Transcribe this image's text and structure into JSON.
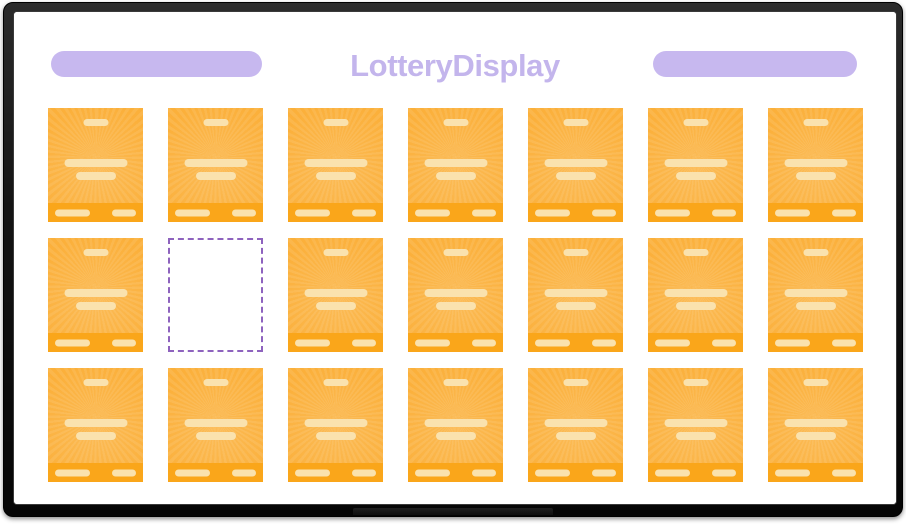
{
  "app": {
    "title": "LotteryDisplay",
    "device": "monitor-display"
  },
  "colors": {
    "title_text": "#c3b5ec",
    "header_pill": "#c7b8ef",
    "ticket_bg": "#fbb03b",
    "ticket_footer": "#faa61a",
    "ticket_placeholder": "#fae2ae",
    "empty_slot_border": "#8e63be",
    "screen_bg": "#ffffff",
    "bezel": "#0d0d0d"
  },
  "header": {
    "left_pill_label": "",
    "right_pill_label": "",
    "title": "LotteryDisplay"
  },
  "grid": {
    "columns": 7,
    "rows": 3,
    "total_slots": 21,
    "ticket_count": 20,
    "empty_slot_count": 1,
    "empty_slot_index": 8,
    "slots": [
      {
        "index": 0,
        "type": "ticket"
      },
      {
        "index": 1,
        "type": "ticket"
      },
      {
        "index": 2,
        "type": "ticket"
      },
      {
        "index": 3,
        "type": "ticket"
      },
      {
        "index": 4,
        "type": "ticket"
      },
      {
        "index": 5,
        "type": "ticket"
      },
      {
        "index": 6,
        "type": "ticket"
      },
      {
        "index": 7,
        "type": "ticket"
      },
      {
        "index": 8,
        "type": "empty"
      },
      {
        "index": 9,
        "type": "ticket"
      },
      {
        "index": 10,
        "type": "ticket"
      },
      {
        "index": 11,
        "type": "ticket"
      },
      {
        "index": 12,
        "type": "ticket"
      },
      {
        "index": 13,
        "type": "ticket"
      },
      {
        "index": 14,
        "type": "ticket"
      },
      {
        "index": 15,
        "type": "ticket"
      },
      {
        "index": 16,
        "type": "ticket"
      },
      {
        "index": 17,
        "type": "ticket"
      },
      {
        "index": 18,
        "type": "ticket"
      },
      {
        "index": 19,
        "type": "ticket"
      },
      {
        "index": 20,
        "type": "ticket"
      }
    ]
  },
  "ticket_template": {
    "top_label": "",
    "title_label": "",
    "subtitle_label": "",
    "footer_left_label": "",
    "footer_right_label": "",
    "graphic": "sunburst-rays"
  }
}
